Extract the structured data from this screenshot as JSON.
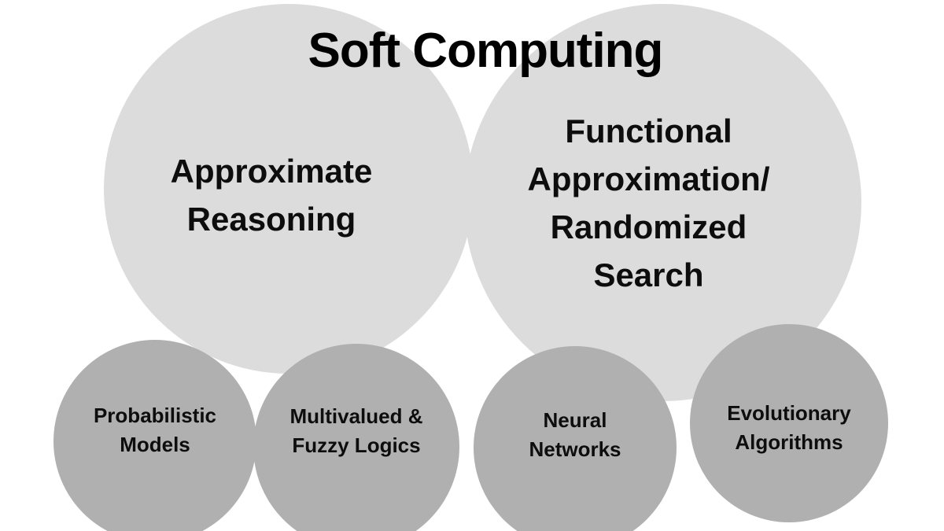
{
  "title": "Soft Computing",
  "colors": {
    "background": "#ffffff",
    "large_circle": "#dcdcdc",
    "small_circle": "#b0b0b0",
    "text": "#0d0d0d"
  },
  "diagram": {
    "type": "bubble-venn",
    "large_circles": [
      {
        "id": "approximate-reasoning",
        "lines": [
          "Approximate",
          "Reasoning"
        ]
      },
      {
        "id": "functional-approximation-randomized-search",
        "lines": [
          "Functional",
          "Approximation/",
          "Randomized",
          "Search"
        ]
      }
    ],
    "small_circles": [
      {
        "id": "probabilistic-models",
        "lines": [
          "Probabilistic",
          "Models"
        ]
      },
      {
        "id": "multivalued-fuzzy-logics",
        "lines": [
          "Multivalued &",
          "Fuzzy Logics"
        ]
      },
      {
        "id": "neural-networks",
        "lines": [
          "Neural",
          "Networks"
        ]
      },
      {
        "id": "evolutionary-algorithms",
        "lines": [
          "Evolutionary",
          "Algorithms"
        ]
      }
    ]
  }
}
